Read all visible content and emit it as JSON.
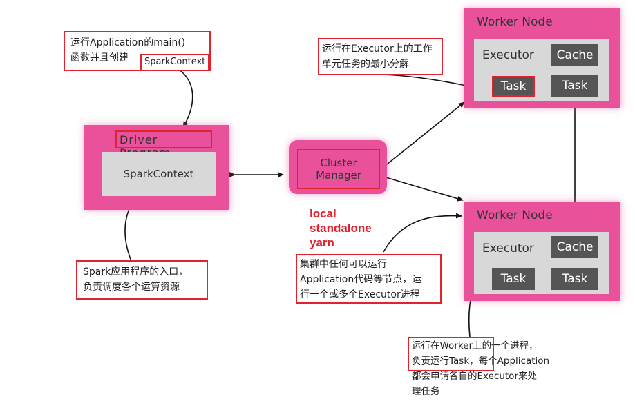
{
  "driver": {
    "title": "Driver Program",
    "context": "SparkContext"
  },
  "cluster_manager": {
    "line1": "Cluster",
    "line2": "Manager"
  },
  "worker_top": {
    "title": "Worker Node",
    "executor": "Executor",
    "cache": "Cache",
    "task1": "Task",
    "task2": "Task"
  },
  "worker_bottom": {
    "title": "Worker Node",
    "executor": "Executor",
    "cache": "Cache",
    "task1": "Task",
    "task2": "Task"
  },
  "cluster_modes": [
    "local",
    "standalone",
    "yarn"
  ],
  "notes": {
    "driver_top": {
      "line1": "运行Application的main()",
      "line2_prefix": "函数并且创建",
      "line2_highlight": "SparkContext"
    },
    "driver_bottom": {
      "line1": "Spark应用程序的入口，",
      "line2": "负责调度各个运算资源"
    },
    "task": {
      "line1": "运行在Executor上的工作",
      "line2": "单元任务的最小分解"
    },
    "cluster": {
      "line1": "集群中任何可以运行",
      "line2": "Application代码等节点，运",
      "line3": "行一个或多个Executor进程"
    },
    "executor": {
      "line1_highlight": "运行在Worker上",
      "line1_rest": "的一个进程，",
      "line2_highlight": "负责运行Task，",
      "line2_rest": "每个Application",
      "line3": "都会申请各自的Executor来处",
      "line4": "理任务"
    }
  }
}
